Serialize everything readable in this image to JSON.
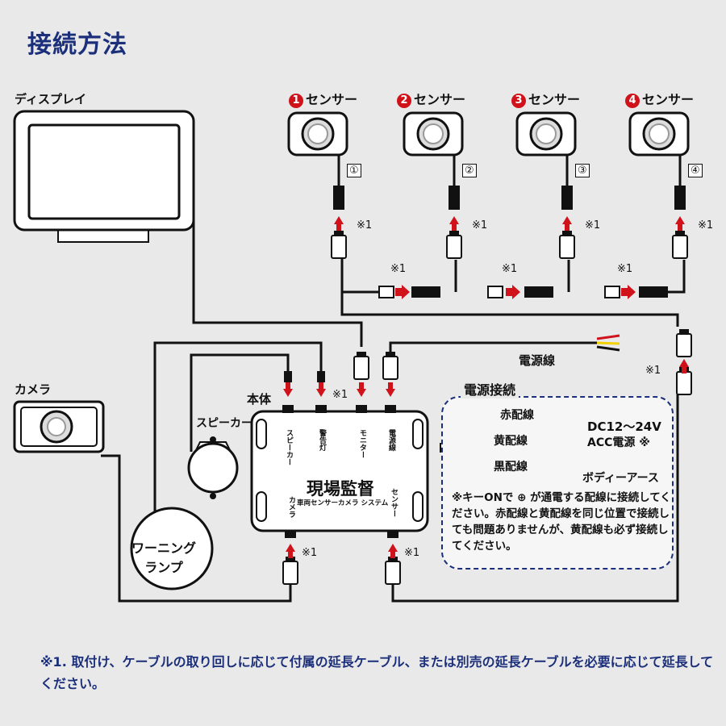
{
  "title": "接続方法",
  "labels": {
    "display": "ディスプレイ",
    "camera": "カメラ",
    "speaker": "スピーカー",
    "main_unit": "本体",
    "power_cable": "電源線",
    "warning_lamp_line1": "ワーニング",
    "warning_lamp_line2": "ランプ"
  },
  "sensors": [
    {
      "num": "1",
      "label": "センサー",
      "tag": "①"
    },
    {
      "num": "2",
      "label": "センサー",
      "tag": "②"
    },
    {
      "num": "3",
      "label": "センサー",
      "tag": "③"
    },
    {
      "num": "4",
      "label": "センサー",
      "tag": "④"
    }
  ],
  "note_mark": "※1",
  "unit": {
    "brand": "現場監督",
    "subtitle": "車両センサーカメラ システム",
    "ports_top": [
      "スピーカー",
      "警告灯",
      "モニター",
      "電源線"
    ],
    "ports_bottom": [
      "カメラ",
      "センサー"
    ]
  },
  "power": {
    "heading": "電源接続",
    "red_wire": "赤配線",
    "yellow_wire": "黄配線",
    "black_wire": "黒配線",
    "plus": "+",
    "minus": "−",
    "dc_line1": "DC12～24V",
    "dc_line2": "ACC電源 ※",
    "body_earth": "ボディーアース",
    "note": "※キーONで ⊕ が通電する配線に接続してください。赤配線と黄配線を同じ位置で接続しても問題ありませんが、黄配線も必ず接続してください。"
  },
  "footnote": {
    "mark": "※1.",
    "text": "取付け、ケーブルの取り回しに応じて付属の延長ケーブル、または別売の延長ケーブルを必要に応じて延長してください。"
  },
  "colors": {
    "title_blue": "#1b2f7a",
    "arrow_red": "#d0121b",
    "arrow_blue": "#1e8fe0",
    "wire_red": "#d0121b",
    "wire_yellow": "#f2d100"
  }
}
